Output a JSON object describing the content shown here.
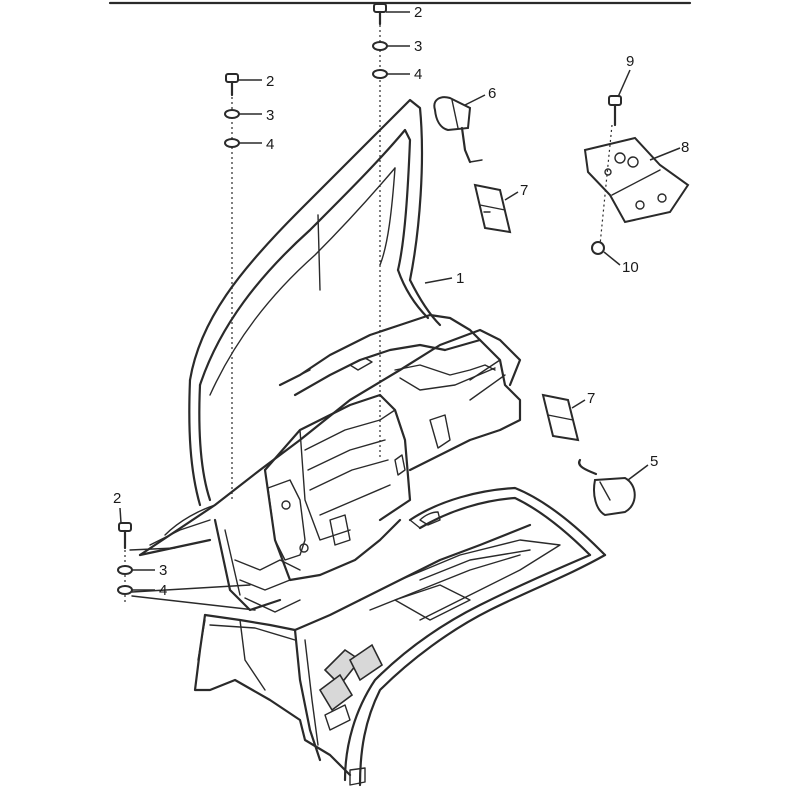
{
  "callouts": [
    {
      "id": "c1",
      "label": "1"
    },
    {
      "id": "c2a",
      "label": "2"
    },
    {
      "id": "c3a",
      "label": "3"
    },
    {
      "id": "c4a",
      "label": "4"
    },
    {
      "id": "c2b",
      "label": "2"
    },
    {
      "id": "c3b",
      "label": "3"
    },
    {
      "id": "c4b",
      "label": "4"
    },
    {
      "id": "c2c",
      "label": "2"
    },
    {
      "id": "c3c",
      "label": "3"
    },
    {
      "id": "c4c",
      "label": "4"
    },
    {
      "id": "c5",
      "label": "5"
    },
    {
      "id": "c6",
      "label": "6"
    },
    {
      "id": "c7a",
      "label": "7"
    },
    {
      "id": "c7b",
      "label": "7"
    },
    {
      "id": "c8",
      "label": "8"
    },
    {
      "id": "c9",
      "label": "9"
    },
    {
      "id": "c10",
      "label": "10"
    }
  ]
}
